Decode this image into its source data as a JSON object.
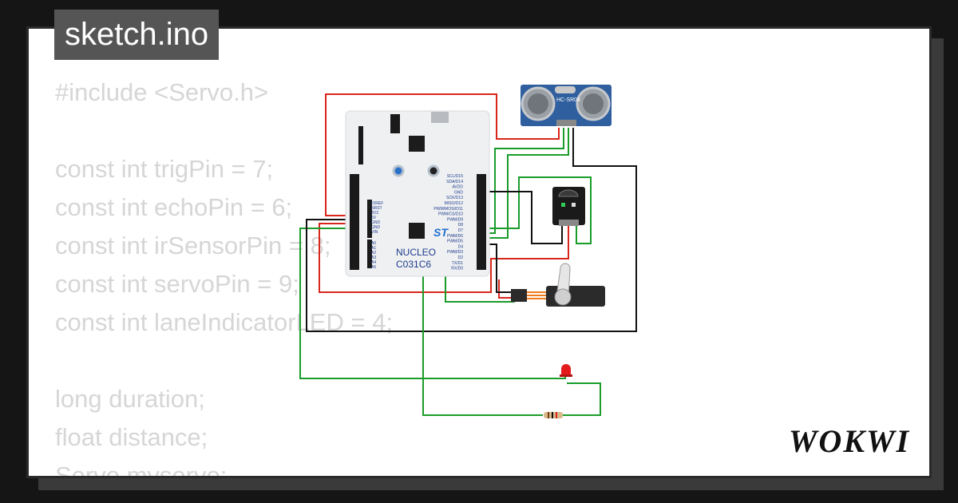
{
  "title": "sketch.ino",
  "code_lines": [
    "#include <Servo.h>",
    "",
    "const int trigPin = 7;",
    "const int echoPin = 6;",
    "const int irSensorPin = 8;",
    "const int servoPin = 9;",
    "const int laneIndicatorLED = 4;",
    "",
    "long duration;",
    "float distance;",
    "Servo myservo;"
  ],
  "board": {
    "name": "NUCLEO",
    "model": "C031C6",
    "brand": "ST",
    "header_left_labels": [
      "IOREF",
      "NRST",
      "3V3",
      "5V",
      "GND",
      "GND",
      "VIN"
    ],
    "analog_labels": [
      "A0",
      "A1",
      "A2",
      "A3",
      "A4",
      "A5"
    ],
    "header_right_labels": [
      "SCL/D15",
      "SDA/D14",
      "AVDD",
      "GND",
      "SCK/D13",
      "MISO/D12",
      "PWM/MOSI/D11",
      "PWM/CS/D10",
      "PWM/D9",
      "D8",
      "D7",
      "PWM/D6",
      "PWM/D5",
      "D4",
      "PWM/D3",
      "D2",
      "TX/D1",
      "RX/D0"
    ]
  },
  "ultrasonic": {
    "label": "HC-SR04"
  },
  "logo": {
    "text": "WOKWI"
  },
  "colors": {
    "wire_red": "#d9261c",
    "wire_green": "#1a9c2a",
    "wire_black": "#111111",
    "board": "#eef0f2",
    "sensor_blue": "#2f5f9e",
    "servo_orange": "#ee7b1c"
  }
}
